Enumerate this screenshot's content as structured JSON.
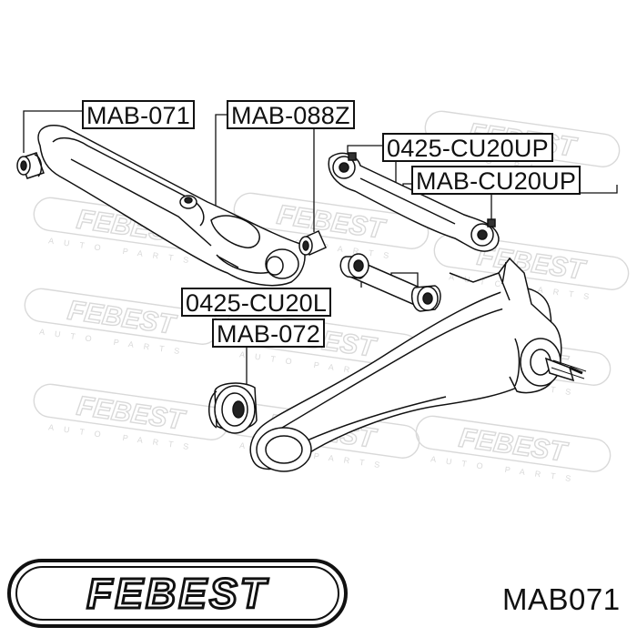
{
  "callouts": {
    "mab_071": "MAB-071",
    "mab_088z": "MAB-088Z",
    "cu20up": "0425-CU20UP",
    "mab_cu20up": "MAB-CU20UP",
    "cu20l": "0425-CU20L",
    "mab_072": "MAB-072"
  },
  "watermark": {
    "brand": "FEBEST",
    "sub": "AUTO PARTS"
  },
  "logo": {
    "text": "FEBEST"
  },
  "part_number": "MAB071",
  "colors": {
    "line": "#111111",
    "watermark": "#d9d9d9",
    "background": "#ffffff"
  }
}
